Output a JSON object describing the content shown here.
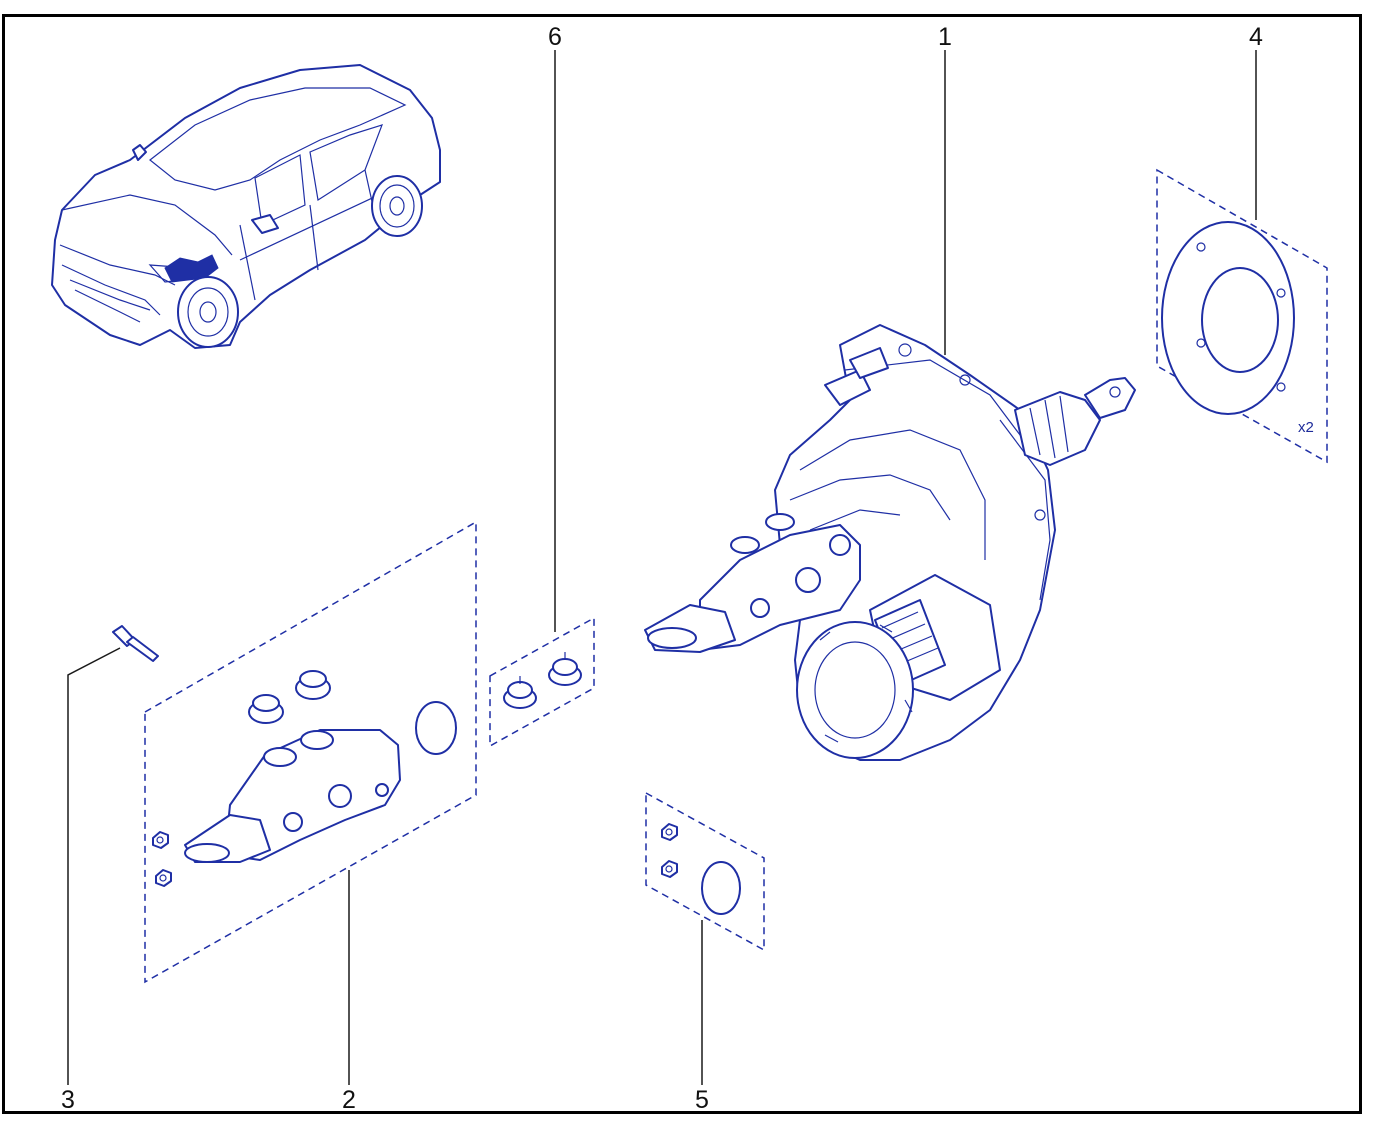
{
  "diagram": {
    "callouts": [
      {
        "id": "1",
        "text": "1"
      },
      {
        "id": "2",
        "text": "2"
      },
      {
        "id": "3",
        "text": "3"
      },
      {
        "id": "4",
        "text": "4"
      },
      {
        "id": "5",
        "text": "5"
      },
      {
        "id": "6",
        "text": "6"
      }
    ],
    "gasket_qty": "x2"
  },
  "colors": {
    "line_art": "#1f2fa5",
    "frame": "#000000",
    "background": "#ffffff"
  }
}
